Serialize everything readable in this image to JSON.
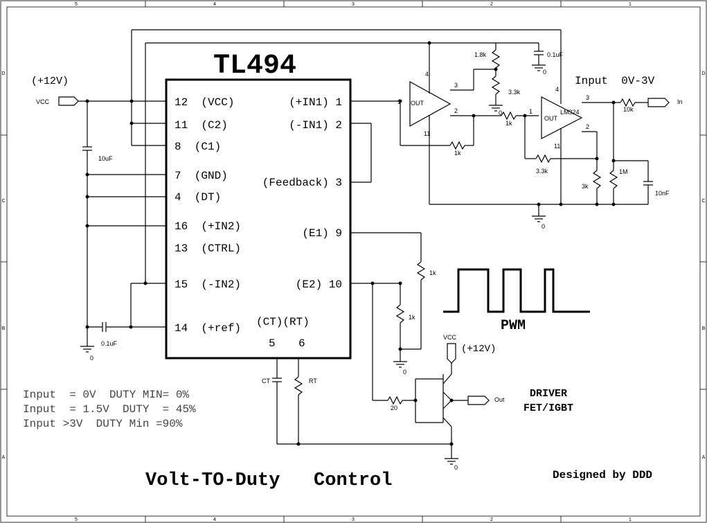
{
  "title": "TL494",
  "border": {
    "cols_top": [
      "5",
      "4",
      "3",
      "2",
      "1"
    ],
    "cols_bottom": [
      "5",
      "4",
      "3",
      "2",
      "1"
    ],
    "rows": [
      "D",
      "C",
      "B",
      "A"
    ]
  },
  "power_label": "(+12V)",
  "vcc": "VCC",
  "left_pins": [
    "12  (VCC)",
    "11  (C2)",
    "8  (C1)",
    "7  (GND)",
    "4  (DT)",
    "16  (+IN2)",
    "13  (CTRL)",
    "15  (-IN2)",
    "14  (+ref)"
  ],
  "right_pins": [
    "(+IN1) 1",
    "(-IN1) 2",
    "(Feedback) 3",
    "(E1) 9",
    "(E2) 10"
  ],
  "ct_rt": "(CT)(RT)",
  "pin5": "5",
  "pin6": "6",
  "components": {
    "c10uF": "10uF",
    "c01uF_left": "0.1uF",
    "gnd0": "0",
    "r1_8k": "1.8k",
    "c01uF_top": "0.1uF",
    "r3_3k_a": "3.3k",
    "r1k_fb": "1k",
    "r1k_mid": "1k",
    "r3_3k_b": "3.3k",
    "r3k": "3k",
    "r1M": "1M",
    "c10nF": "10nF",
    "r10k": "10k",
    "r1k_e1": "1k",
    "r1k_e2": "1k",
    "r20": "20",
    "ct": "CT",
    "rt": "RT",
    "out_u1": "OUT",
    "out_u2": "OUT",
    "lm324": "LM324"
  },
  "opamp_pins": {
    "u1_p3": "3",
    "u1_p2": "2",
    "u1_p1": "1",
    "u1_p4": "4",
    "u1_p11": "11",
    "u2_p3": "3",
    "u2_p2": "2",
    "u2_p1": "1",
    "u2_p4": "4",
    "u2_p11": "11"
  },
  "input_label": "Input  0V-3V",
  "in_port": "In",
  "pwm_label": "PWM",
  "driver_vcc": "VCC",
  "driver_power": "(+12V)",
  "driver_label": [
    "DRIVER",
    "FET/IGBT"
  ],
  "out_port": "Out",
  "duty_lines": [
    "Input  = 0V  DUTY MIN= 0%",
    "Input  = 1.5V  DUTY  = 45%",
    "Input >3V  DUTY Min =90%"
  ],
  "footer_title": "Volt-TO-Duty   Control",
  "designer": "Designed by DDD"
}
